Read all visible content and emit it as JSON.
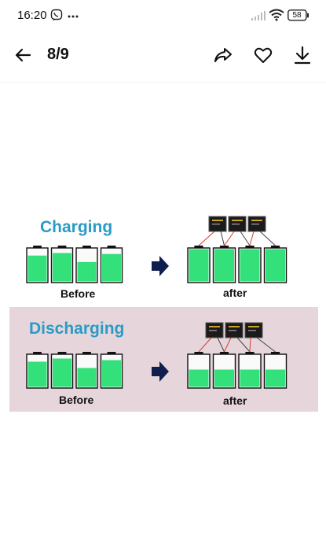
{
  "status": {
    "time": "16:20",
    "battery": "58",
    "icons": [
      "viber-icon",
      "more-dots-icon",
      "signal-icon",
      "wifi-icon",
      "battery-icon"
    ]
  },
  "viewer": {
    "page_counter": "8/9",
    "icons": [
      "back-arrow-icon",
      "share-icon",
      "heart-icon",
      "download-icon"
    ]
  },
  "image": {
    "charging": {
      "title": "Charging",
      "before_label": "Before",
      "after_label": "after",
      "before_levels": [
        0.8,
        0.88,
        0.6,
        0.85
      ],
      "after_levels": [
        1,
        1,
        1,
        1
      ]
    },
    "discharging": {
      "title": "Discharging",
      "before_label": "Before",
      "after_label": "after",
      "before_levels": [
        0.8,
        0.9,
        0.6,
        0.85
      ],
      "after_levels": [
        0.55,
        0.55,
        0.55,
        0.55
      ]
    },
    "colors": {
      "battery_fill": "#33e07a",
      "heading": "#2a9bc4",
      "arrow": "#0e1f4d",
      "discharge_bg": "#e6d6dc",
      "wire": "#d93a2b"
    }
  }
}
